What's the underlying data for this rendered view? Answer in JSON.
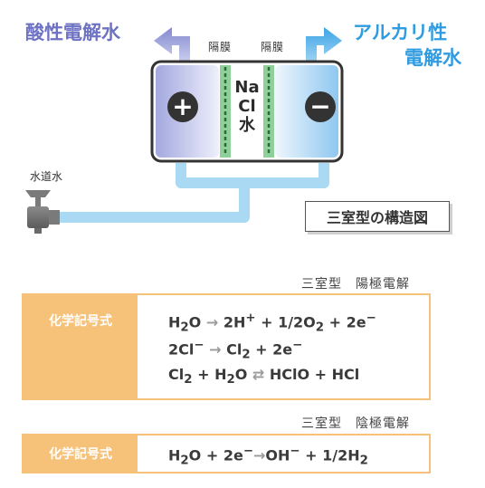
{
  "diagram": {
    "acid_water_label": "酸性電解水",
    "alkaline_water_label_line1": "アルカリ性",
    "alkaline_water_label_line2": "電解水",
    "membrane_left_label": "隔膜",
    "membrane_right_label": "隔膜",
    "center_chamber_line1": "Na",
    "center_chamber_line2": "Cl",
    "center_chamber_line3": "水",
    "anode_symbol": "+",
    "cathode_symbol": "−",
    "tap_water_label": "水道水",
    "structure_title": "三室型の構造図"
  },
  "anode_section": {
    "title": "三室型　陽極電解",
    "label": "化学記号式",
    "equations": [
      [
        "H",
        "2",
        "O ",
        "→",
        " 2H",
        "+",
        " + 1/2O",
        "2",
        " + 2e",
        "−"
      ],
      [
        "2Cl",
        "−",
        " ",
        "→",
        " Cl",
        "2",
        " + 2e",
        "−"
      ],
      [
        "Cl",
        "2",
        " + H",
        "2",
        "O ",
        "⇄",
        " HClO + HCl"
      ]
    ]
  },
  "cathode_section": {
    "title": "三室型　陰極電解",
    "label": "化学記号式",
    "equation": [
      "H",
      "2",
      "O + 2e",
      "−",
      "→",
      "OH",
      "−",
      " + 1/2H",
      "2"
    ]
  },
  "colors": {
    "acid": "#6e72c3",
    "alkaline": "#2f9be0",
    "pipe": "#a9d9f3",
    "accent": "#f6c27a"
  }
}
